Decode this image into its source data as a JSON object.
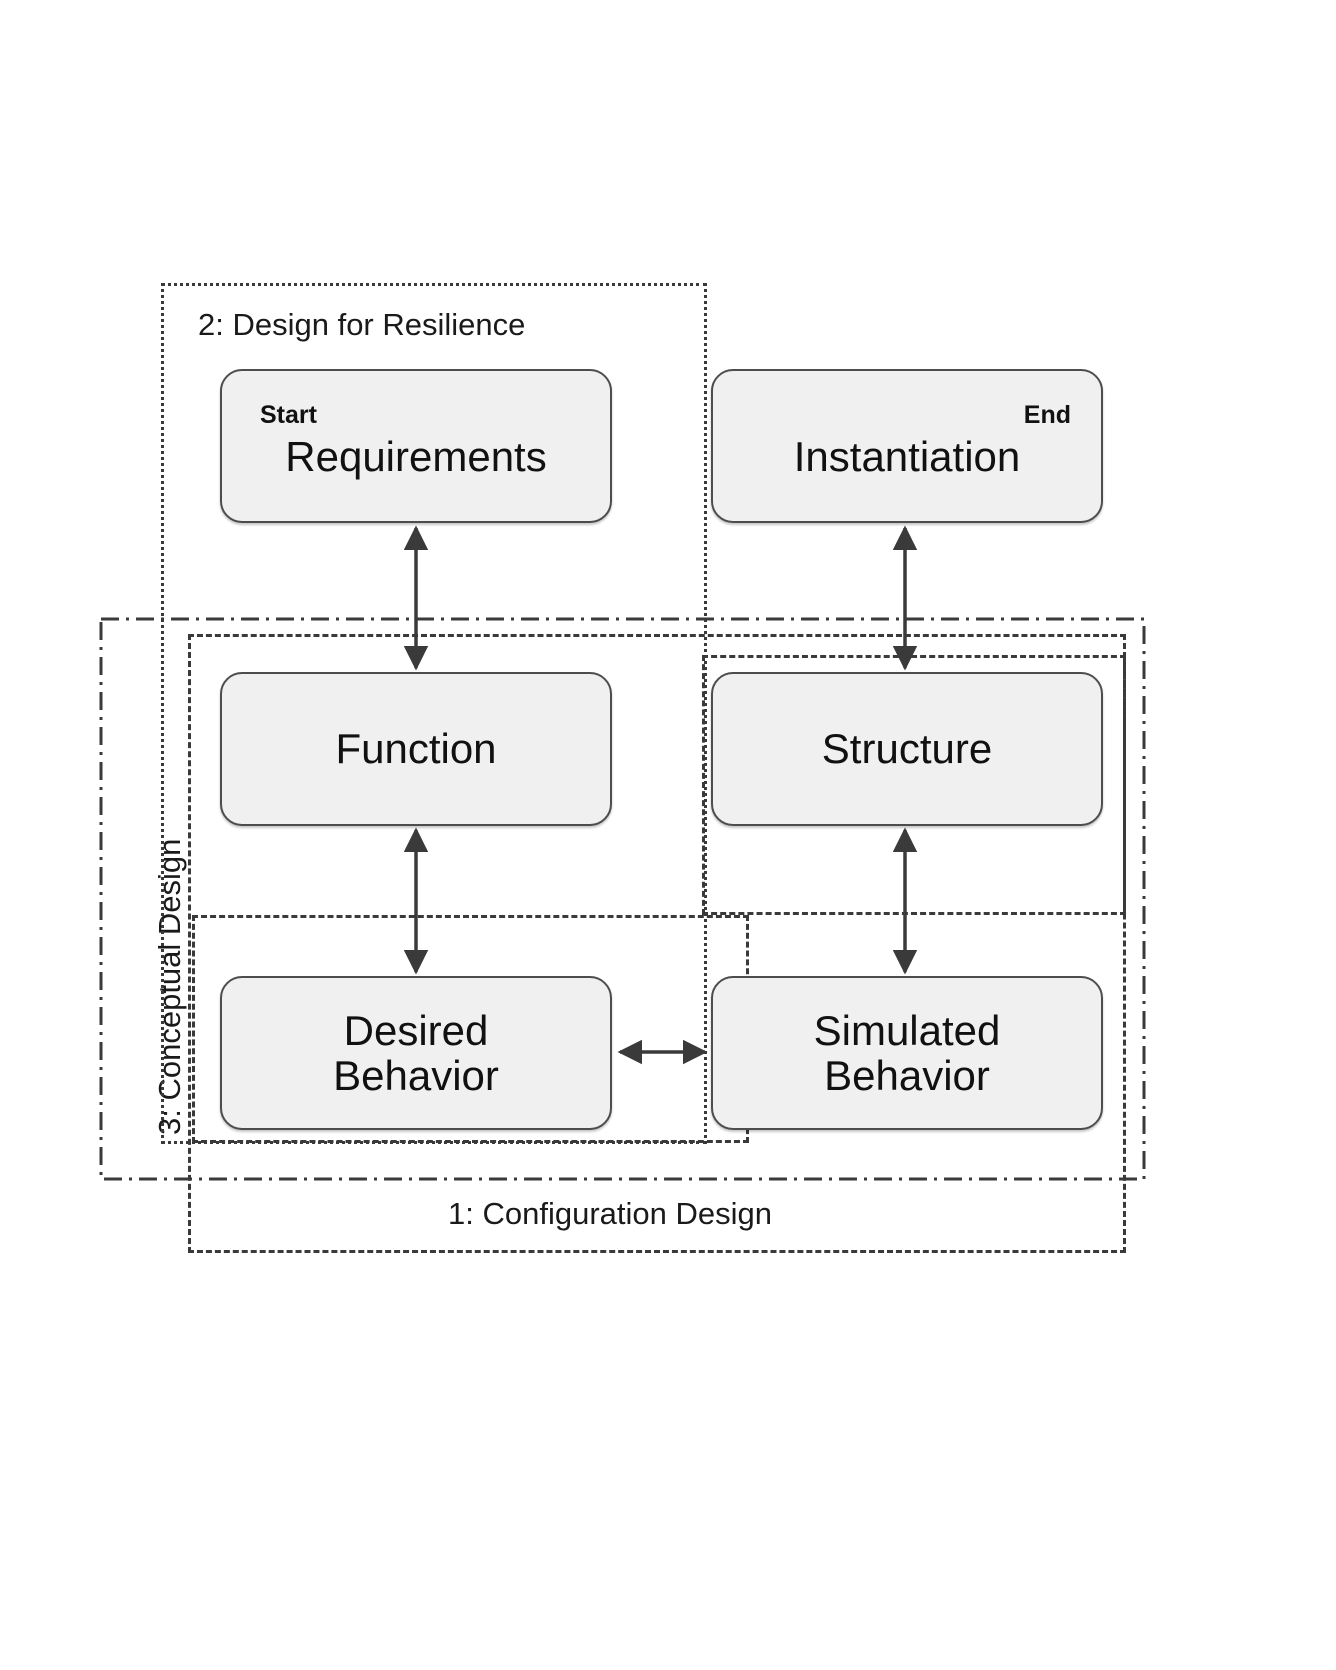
{
  "diagram": {
    "title": "Design process framework",
    "colors": {
      "node_fill": "#f0f0f0",
      "node_border": "#4d4d4d",
      "region_border": "#3a3a3a",
      "text": "#111111",
      "arrow": "#3a3a3a"
    }
  },
  "regions": [
    {
      "id": "design-for-resilience",
      "label": "2: Design for Resilience",
      "style": "dotted",
      "label_orientation": "horizontal"
    },
    {
      "id": "conceptual-design",
      "label": "3: Conceptual Design",
      "style": "dash-dot",
      "label_orientation": "vertical"
    },
    {
      "id": "configuration-design",
      "label": "1: Configuration Design",
      "style": "dashed",
      "label_orientation": "horizontal"
    },
    {
      "id": "structure-group",
      "label": "",
      "style": "dashed",
      "label_orientation": "none"
    },
    {
      "id": "desired-behavior-group",
      "label": "",
      "style": "dashed",
      "label_orientation": "none"
    }
  ],
  "nodes": [
    {
      "id": "requirements",
      "title": "Requirements",
      "tag": "Start",
      "tag_position": "left"
    },
    {
      "id": "instantiation",
      "title": "Instantiation",
      "tag": "End",
      "tag_position": "right"
    },
    {
      "id": "function",
      "title": "Function",
      "tag": "",
      "tag_position": "none"
    },
    {
      "id": "structure",
      "title": "Structure",
      "tag": "",
      "tag_position": "none"
    },
    {
      "id": "desired-behavior",
      "title": "Desired\nBehavior",
      "tag": "",
      "tag_position": "none"
    },
    {
      "id": "simulated-behavior",
      "title": "Simulated\nBehavior",
      "tag": "",
      "tag_position": "none"
    }
  ],
  "connections": [
    {
      "id": "requirements-function",
      "from": "function",
      "to": "requirements",
      "arrow": "double",
      "direction": "vertical"
    },
    {
      "id": "function-desired-behavior",
      "from": "desired-behavior",
      "to": "function",
      "arrow": "double",
      "direction": "vertical"
    },
    {
      "id": "instantiation-structure",
      "from": "structure",
      "to": "instantiation",
      "arrow": "double",
      "direction": "vertical"
    },
    {
      "id": "structure-simulated-behavior",
      "from": "simulated-behavior",
      "to": "structure",
      "arrow": "double",
      "direction": "vertical"
    },
    {
      "id": "desired-simulated-behavior",
      "from": "desired-behavior",
      "to": "simulated-behavior",
      "arrow": "double",
      "direction": "horizontal"
    }
  ]
}
